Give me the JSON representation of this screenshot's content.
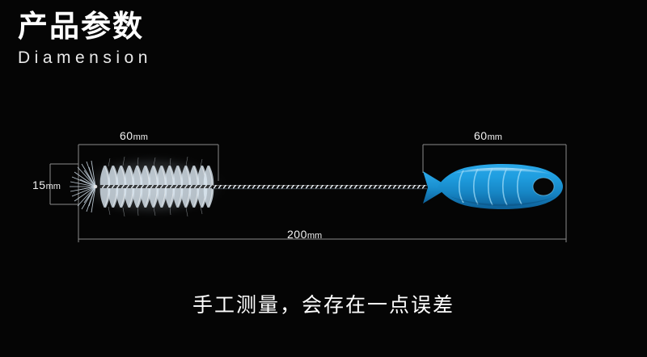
{
  "header": {
    "title": "产品参数",
    "subtitle": "Diamension"
  },
  "dimensions": {
    "brush_head_length": "60",
    "brush_head_length_unit": "mm",
    "brush_head_diameter": "15",
    "brush_head_diameter_unit": "mm",
    "handle_length": "60",
    "handle_length_unit": "mm",
    "total_length": "200",
    "total_length_unit": "mm"
  },
  "caption": "手工测量，会存在一点误差",
  "colors": {
    "background": "#050505",
    "handle_blue": "#1f9ee0",
    "handle_blue_dark": "#0f6ba8",
    "handle_blue_light": "#63c4f2",
    "bristle_white": "#dfe8ef",
    "dimension_line": "#8a8a8a",
    "text_white": "#ffffff"
  },
  "product": {
    "name": "bottle-cleaning-brush",
    "handle_shape": "fish",
    "has_hanging_hole": true
  }
}
